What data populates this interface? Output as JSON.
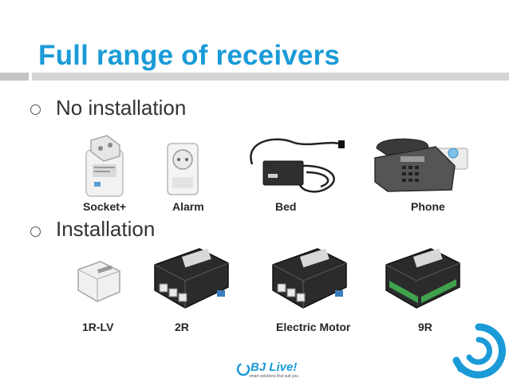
{
  "slide": {
    "title": "Full range of receivers",
    "sections": [
      {
        "bullet": "No installation",
        "products": [
          {
            "label": "Socket+",
            "icon": "socket-plug-icon"
          },
          {
            "label": "Alarm",
            "icon": "alarm-module-icon"
          },
          {
            "label": "Bed",
            "icon": "bed-power-adapter-icon"
          },
          {
            "label": "Phone",
            "icon": "desk-phone-icon"
          }
        ]
      },
      {
        "bullet": "Installation",
        "products": [
          {
            "label": "1R-LV",
            "icon": "small-receiver-module-icon"
          },
          {
            "label": "2R",
            "icon": "relay-box-icon"
          },
          {
            "label": "Electric Motor",
            "icon": "relay-box-icon"
          },
          {
            "label": "9R",
            "icon": "relay-box-green-terminals-icon"
          }
        ]
      }
    ]
  },
  "brand": {
    "name": "BJ Live!",
    "tagline": "smart solutions that suit you"
  },
  "colors": {
    "accent": "#1a9bd7",
    "text": "#333333",
    "rule": "#c8c8c8"
  }
}
